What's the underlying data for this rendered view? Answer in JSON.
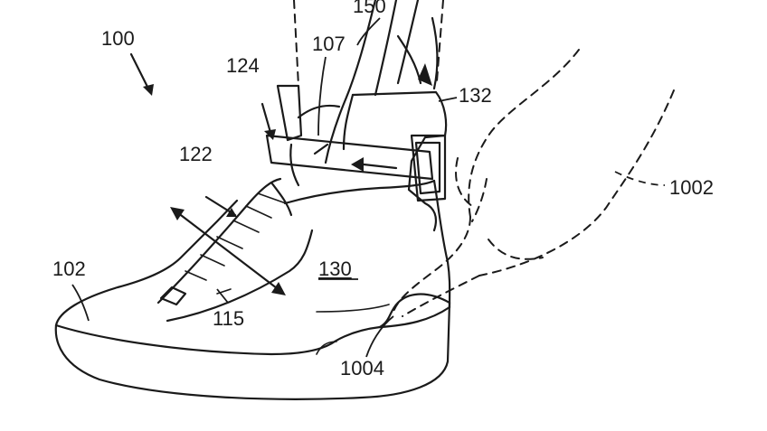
{
  "labels": {
    "ref_100": "100",
    "ref_150": "150",
    "ref_107": "107",
    "ref_124": "124",
    "ref_132": "132",
    "ref_122": "122",
    "ref_102": "102",
    "ref_130": "130",
    "ref_115": "115",
    "ref_1004": "1004",
    "ref_1002": "1002"
  }
}
